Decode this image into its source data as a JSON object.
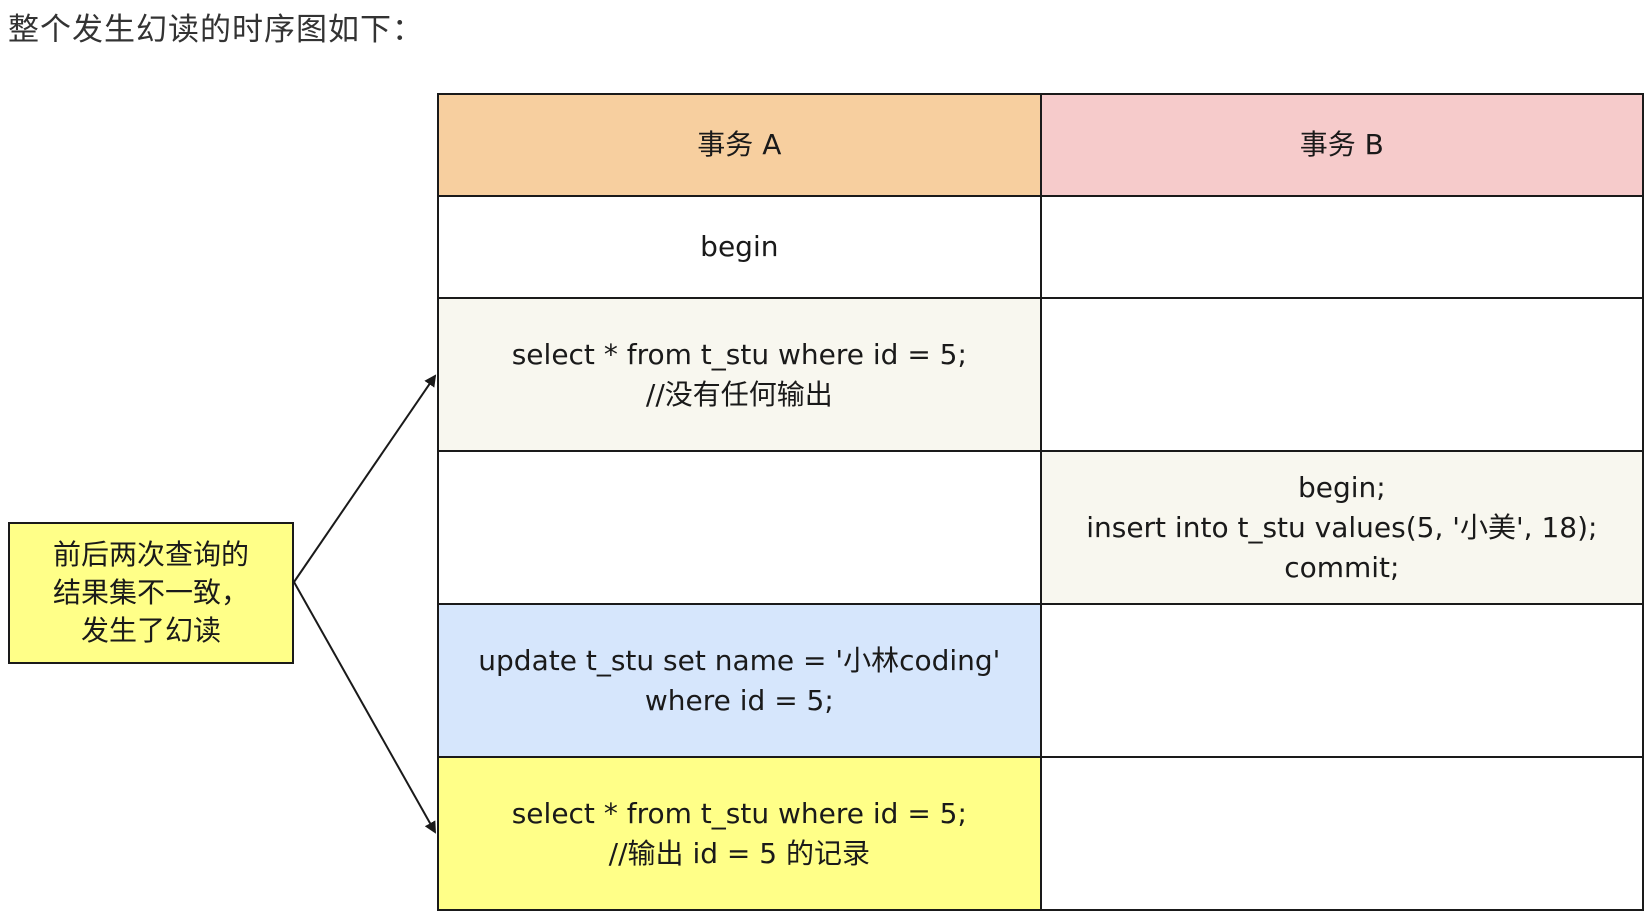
{
  "heading": "整个发生幻读的时序图如下：",
  "columns": [
    {
      "label": "事务 A",
      "color": "#f7cf9f"
    },
    {
      "label": "事务 B",
      "color": "#f6cbcb"
    }
  ],
  "rows": [
    {
      "a": {
        "lines": [
          "begin"
        ],
        "color": "#ffffff"
      },
      "b": {
        "lines": [],
        "color": "#ffffff"
      }
    },
    {
      "a": {
        "lines": [
          "select * from t_stu where id = 5;",
          "//没有任何输出"
        ],
        "color": "#f8f7ef"
      },
      "b": {
        "lines": [],
        "color": "#ffffff"
      }
    },
    {
      "a": {
        "lines": [],
        "color": "#ffffff"
      },
      "b": {
        "lines": [
          "begin;",
          "insert into t_stu values(5, '小美', 18);",
          "commit;"
        ],
        "color": "#f8f7ef"
      }
    },
    {
      "a": {
        "lines": [
          "update t_stu set name = '小林coding'",
          "where id = 5;"
        ],
        "color": "#d6e6fc"
      },
      "b": {
        "lines": [],
        "color": "#ffffff"
      }
    },
    {
      "a": {
        "lines": [
          "select * from t_stu where id = 5;",
          "//输出 id = 5 的记录"
        ],
        "color": "#ffff88"
      },
      "b": {
        "lines": [],
        "color": "#ffffff"
      }
    }
  ],
  "callout": {
    "lines": [
      "前后两次查询的",
      "结果集不一致，",
      "发生了幻读"
    ],
    "color": "#ffff88"
  },
  "arrow_color": "#1a1a1a"
}
